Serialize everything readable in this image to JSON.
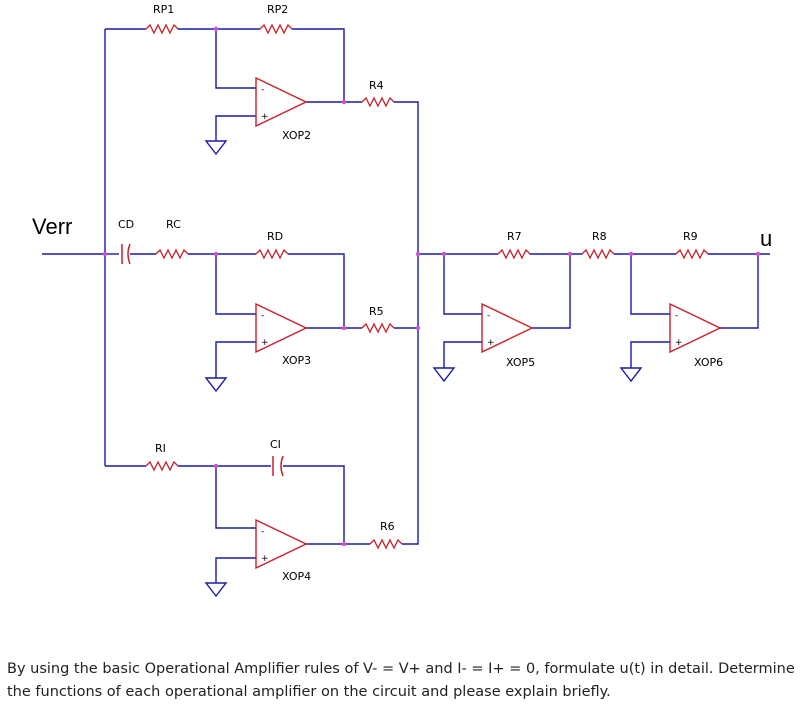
{
  "labels": {
    "rp1": "RP1",
    "rp2": "RP2",
    "r4": "R4",
    "xop2": "XOP2",
    "verr": "Verr",
    "cd": "CD",
    "rc": "RC",
    "rd": "RD",
    "r5": "R5",
    "xop3": "XOP3",
    "r7": "R7",
    "r8": "R8",
    "r9": "R9",
    "u": "u",
    "xop5": "XOP5",
    "xop6": "XOP6",
    "ri": "RI",
    "ci": "CI",
    "r6": "R6",
    "xop4": "XOP4",
    "minus": "-",
    "plus": "+"
  },
  "question": "By using the basic Operational Amplifier rules of V- = V+ and I- = I+ = 0, formulate u(t) in detail. Determine the functions of each operational amplifier on the circuit and please explain briefly.",
  "colors": {
    "wire": "#1a1aa8",
    "component": "#c8202a",
    "node": "#d04ed0"
  }
}
